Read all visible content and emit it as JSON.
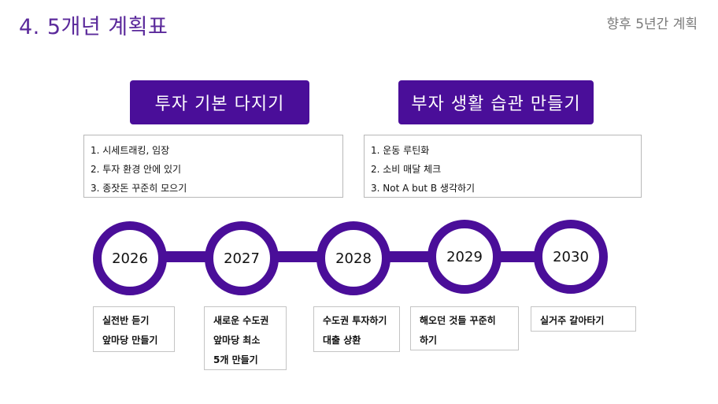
{
  "title": "4. 5개년 계획표",
  "subtitle": "향후 5년간 계획",
  "sections": [
    {
      "header": "투자 기본 다지기",
      "items": [
        "1. 시세트래킹, 임장",
        "2. 투자 환경 안에 있기",
        "3. 종잣돈 꾸준히 모으기"
      ]
    },
    {
      "header": "부자 생활 습관 만들기",
      "items": [
        "1. 운동 루틴화",
        "2. 소비 매달 체크",
        "3. Not A but B 생각하기"
      ]
    }
  ],
  "timeline": [
    {
      "year": "2026",
      "goal": [
        "실전반 듣기",
        "앞마당 만들기"
      ]
    },
    {
      "year": "2027",
      "goal": [
        "새로운 수도권",
        "앞마당 최소",
        "5개 만들기"
      ]
    },
    {
      "year": "2028",
      "goal": [
        "수도권 투자하기",
        "대출 상환"
      ]
    },
    {
      "year": "2029",
      "goal": [
        "해오던 것들 꾸준히",
        "하기"
      ]
    },
    {
      "year": "2030",
      "goal": [
        "실거주 갈아타기"
      ]
    }
  ],
  "colors": {
    "accent": "#4a0e99",
    "title": "#5b2a9b",
    "subtitle": "#7a7a7a"
  }
}
